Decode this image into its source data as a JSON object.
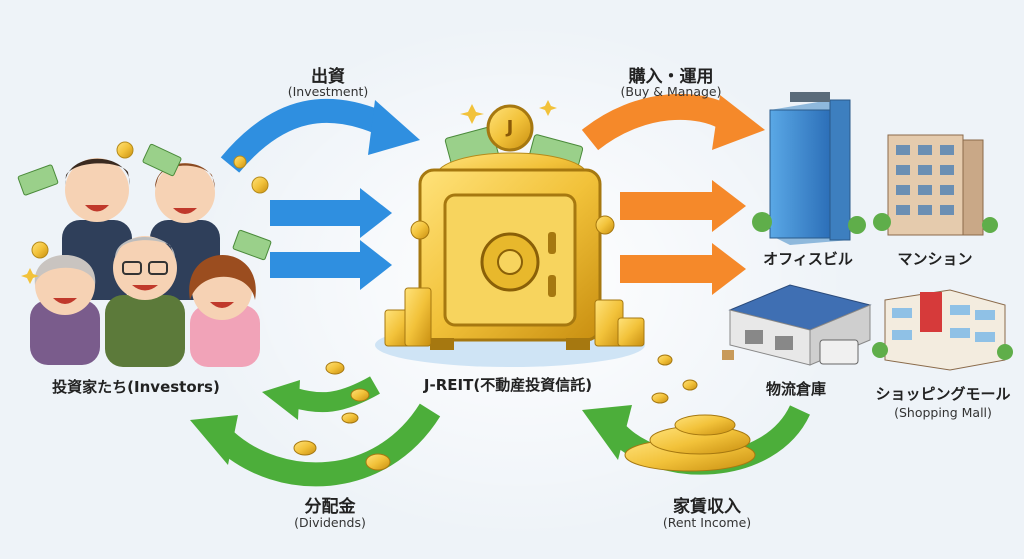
{
  "flows": {
    "investment": {
      "title": "出資",
      "sub": "(Investment)"
    },
    "buy_manage": {
      "title": "購入・運用",
      "sub": "(Buy & Manage)"
    },
    "dividends": {
      "title": "分配金",
      "sub": "(Dividends)"
    },
    "rent_income": {
      "title": "家賃収入",
      "sub": "(Rent Income)"
    }
  },
  "nodes": {
    "investors": "投資家たち(Investors)",
    "jreit": "J-REIT(不動産投資信託)",
    "safe_coin_letter": "J"
  },
  "properties": {
    "office": "オフィスビル",
    "mansion": "マンション",
    "warehouse": "物流倉庫",
    "mall": "ショッピングモール",
    "mall_sub": "(Shopping Mall)"
  },
  "colors": {
    "blue_arrow": "#2f8fe0",
    "orange_arrow": "#f5892a",
    "green_arrow": "#4cae3a",
    "gold": "#f2c23a",
    "background": "#eef3f8"
  }
}
